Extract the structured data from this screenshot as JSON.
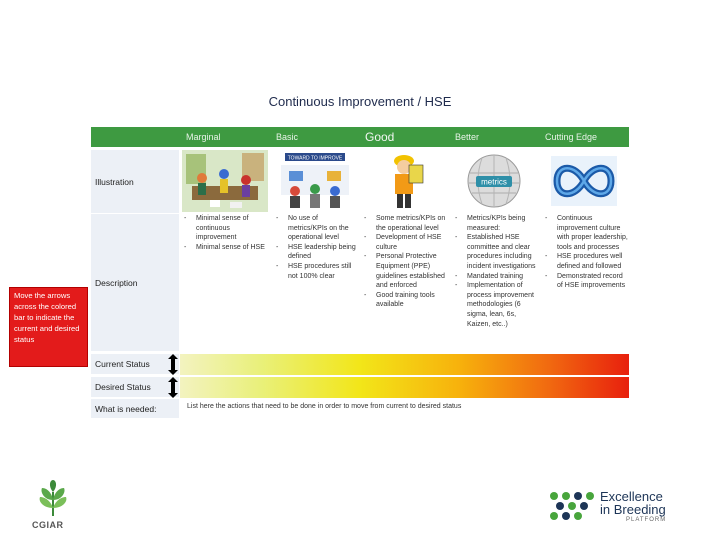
{
  "title": "Continuous Improvement / HSE",
  "levels": [
    "Marginal",
    "Basic",
    "Good",
    "Better",
    "Cutting Edge"
  ],
  "rows": {
    "illustration": "Illustration",
    "description": "Description",
    "current_status": "Current Status",
    "desired_status": "Desired Status",
    "what_is_needed": "What is needed:"
  },
  "illustration_text": {
    "basic_banner": "TOWARD TO IMPROVE",
    "better_globe": "metrics"
  },
  "descriptions": {
    "marginal": [
      "Minimal sense of continuous improvement",
      "Minimal sense of HSE"
    ],
    "basic": [
      "No use of metrics/KPIs on the operational level",
      "HSE leadership being defined",
      "HSE procedures still not 100% clear"
    ],
    "good": [
      "Some metrics/KPIs on the operational level",
      "Development of HSE culture",
      "Personal Protective Equipment (PPE) guidelines established and enforced",
      "Good training tools available"
    ],
    "better": [
      "Metrics/KPIs being measured:",
      "Established HSE committee and clear procedures including incident investigations",
      "Mandated training",
      "Implementation of process improvement methodologies (6 sigma, lean, 6s, Kaizen, etc..)"
    ],
    "cutting_edge": [
      "Continuous improvement culture with proper leadership, tools and processes",
      "HSE procedures well defined and followed",
      "Demonstrated record of HSE improvements"
    ]
  },
  "callout": "Move the arrows across the colored bar to indicate the current and desired status",
  "needed_text": "List here the actions that need to be done in order to move from current to desired status",
  "logos": {
    "cgiar": "CGIAR",
    "eib_line1": "Excellence",
    "eib_line2": "in Breeding",
    "eib_line3": "PLATFORM"
  },
  "colors": {
    "header_green": "#3e9a41",
    "label_bg": "#ecf0f6",
    "callout_red": "#e31b1b",
    "title_navy": "#1f2b4d",
    "eib_green": "#48a53c",
    "eib_navy": "#1d3557"
  }
}
